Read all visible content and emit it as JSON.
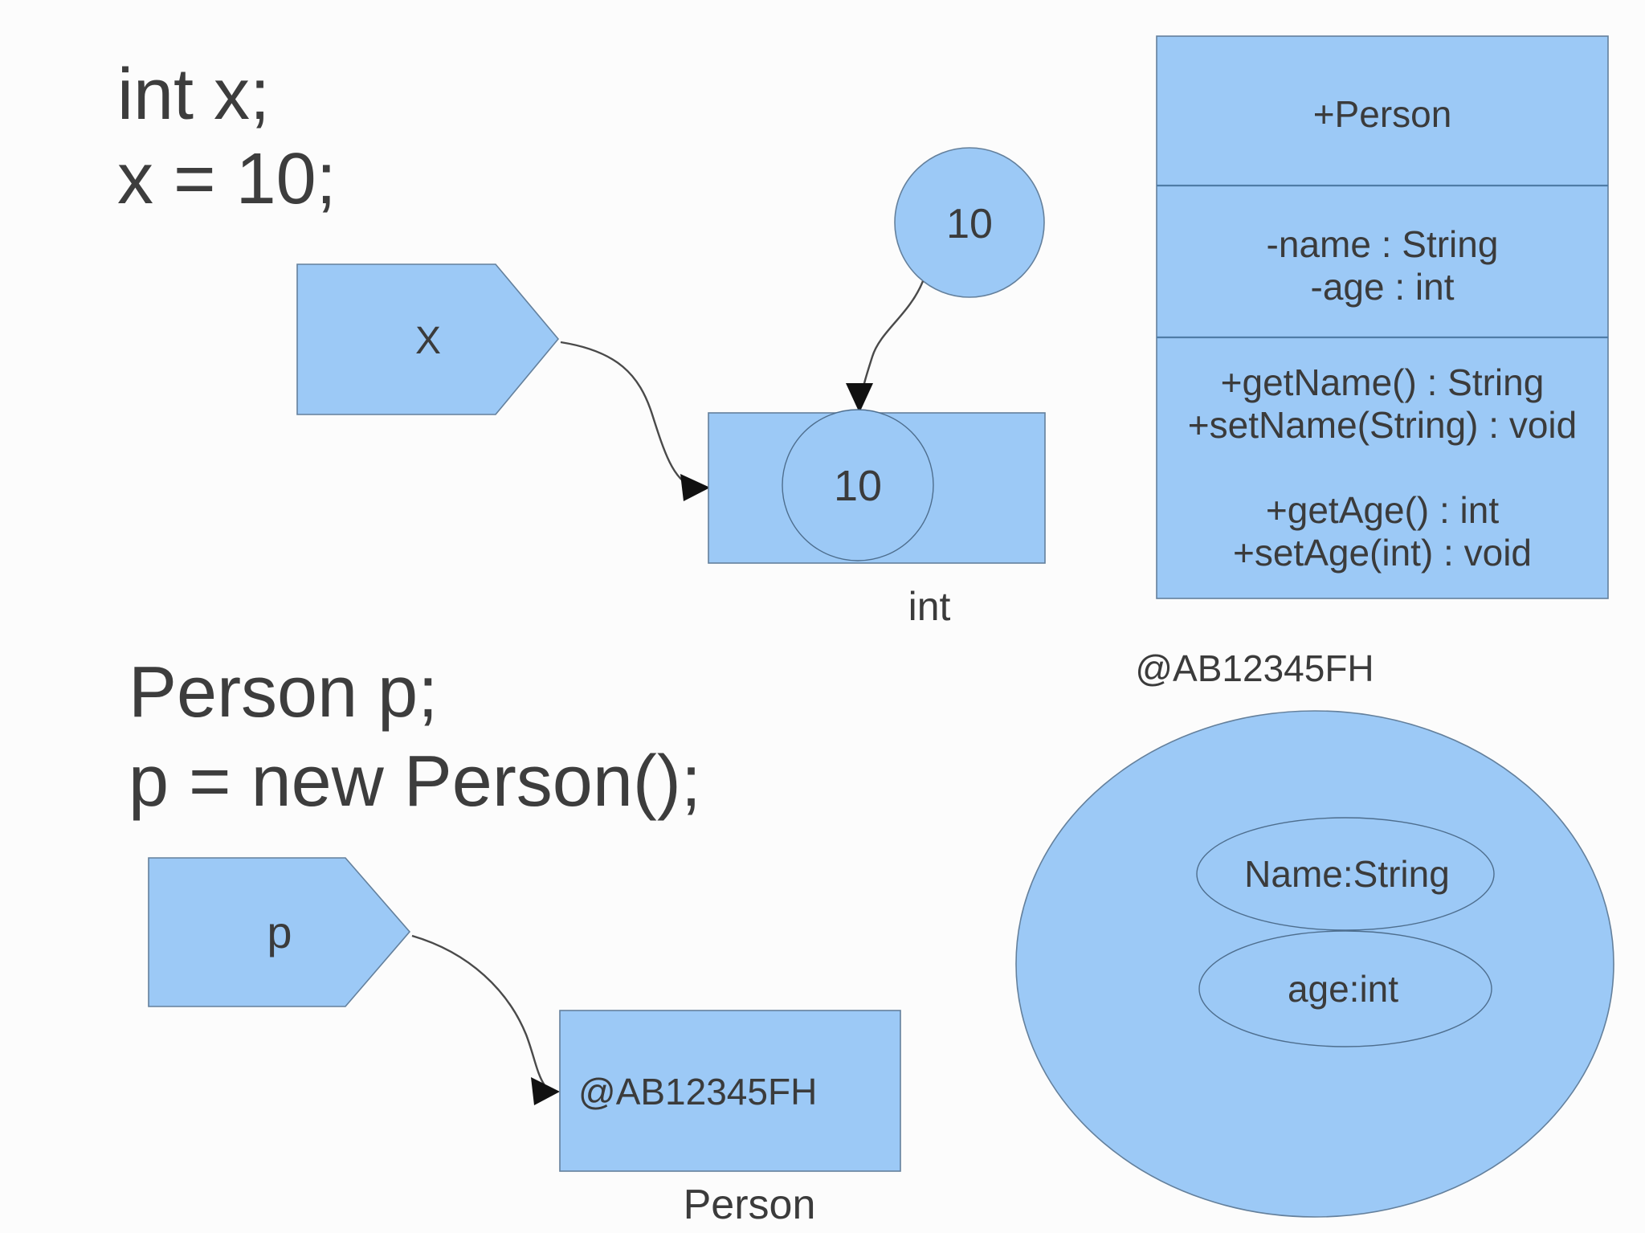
{
  "colors": {
    "shape_fill": "#9cc9f6",
    "shape_stroke": "#64809c",
    "divider_stroke": "#4f7ca6",
    "arrow_line": "#4a4a4a",
    "arrowhead": "#111111",
    "text": "#3b3b3b",
    "background": "#fcfcfc"
  },
  "code_blocks": {
    "int_example": {
      "line1": "int x;",
      "line2": "x = 10;"
    },
    "person_example": {
      "line1": "Person p;",
      "line2": "p = new Person();"
    }
  },
  "int_diagram": {
    "variable_name": "X",
    "literal_value": "10",
    "stored_value": "10",
    "type_label": "int"
  },
  "person_diagram": {
    "variable_name": "p",
    "reference_value": "@AB12345FH",
    "type_label": "Person"
  },
  "uml_class": {
    "class_name": "+Person",
    "attributes": [
      "-name : String",
      "-age : int"
    ],
    "methods": [
      "+getName() : String",
      "+setName(String) : void",
      "+getAge() : int",
      "+setAge(int) : void"
    ],
    "object_id": "@AB12345FH"
  },
  "object_diagram": {
    "fields": [
      "Name:String",
      "age:int"
    ]
  }
}
